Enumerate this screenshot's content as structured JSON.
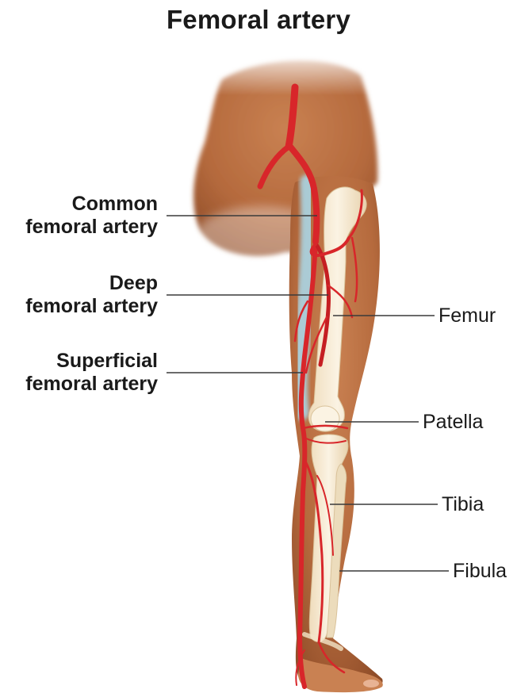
{
  "title": "Femoral artery",
  "labels": {
    "common_femoral": [
      "Common",
      "femoral artery"
    ],
    "deep_femoral": [
      "Deep",
      "femoral artery"
    ],
    "superficial_femoral": [
      "Superficial",
      "femoral artery"
    ],
    "femur": "Femur",
    "patella": "Patella",
    "tibia": "Tibia",
    "fibula": "Fibula"
  },
  "colors": {
    "skin": "#b86c3f",
    "skin_shadow": "#8e4c28",
    "bone": "#f6ead2",
    "artery": "#d8262a",
    "artery_dark": "#a81418",
    "leader_line": "#3a3a3a",
    "halo": "#a9dcef"
  }
}
